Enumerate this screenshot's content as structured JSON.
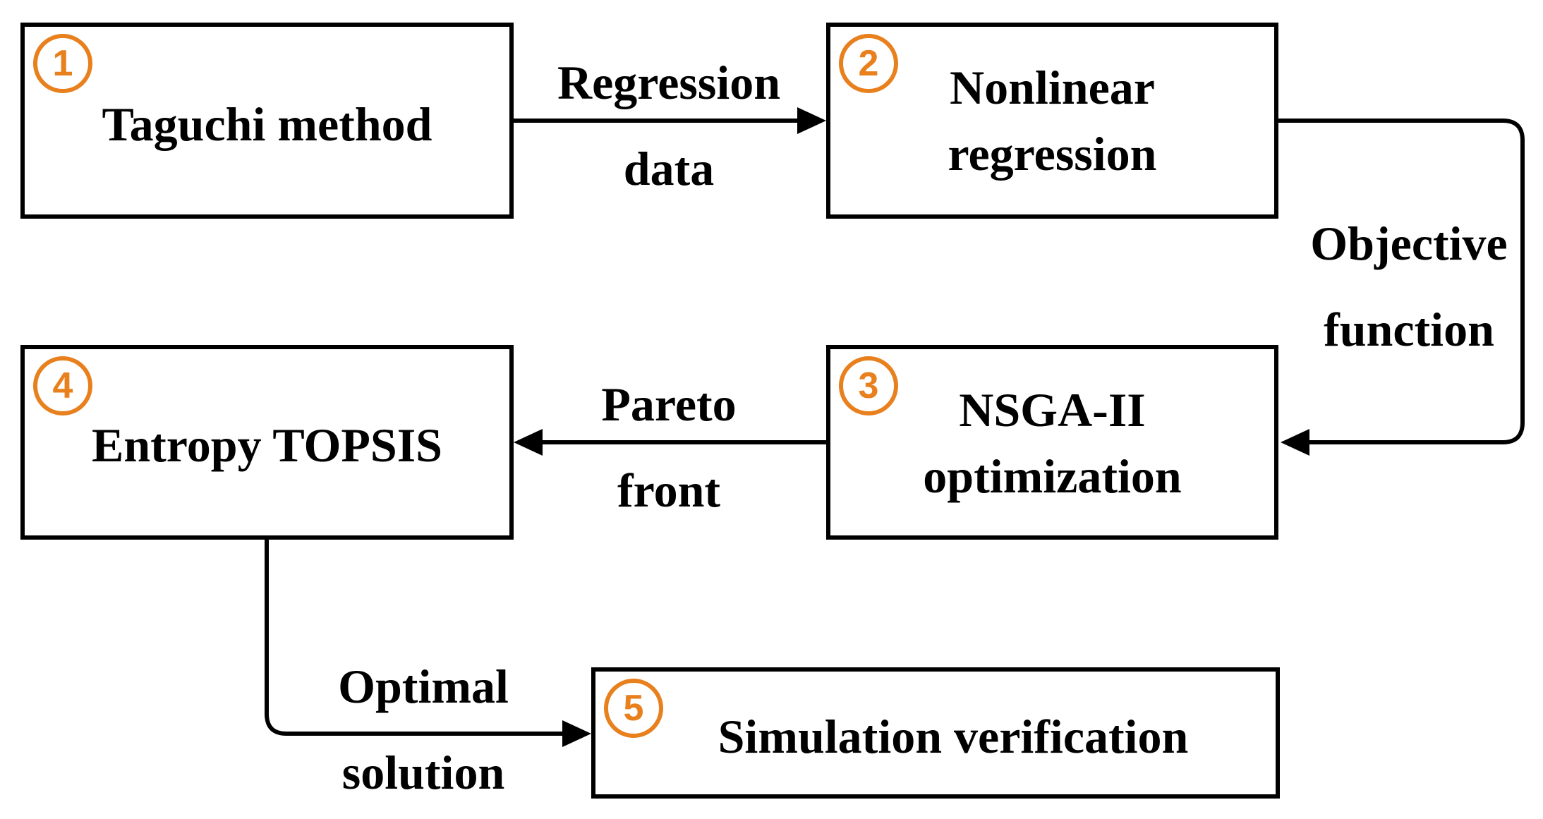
{
  "colors": {
    "accent": "#e8801e",
    "stroke": "#000000",
    "background": "#ffffff"
  },
  "steps": [
    {
      "number": "1",
      "label": "Taguchi method"
    },
    {
      "number": "2",
      "label_lines": [
        "Nonlinear",
        "regression"
      ]
    },
    {
      "number": "3",
      "label_lines": [
        "NSGA-II",
        "optimization"
      ]
    },
    {
      "number": "4",
      "label": "Entropy TOPSIS"
    },
    {
      "number": "5",
      "label": "Simulation verification"
    }
  ],
  "edges": [
    {
      "from": "1",
      "to": "2",
      "label_lines": [
        "Regression",
        "data"
      ]
    },
    {
      "from": "2",
      "to": "3",
      "label_lines": [
        "Objective",
        "function"
      ]
    },
    {
      "from": "3",
      "to": "4",
      "label_lines": [
        "Pareto",
        "front"
      ]
    },
    {
      "from": "4",
      "to": "5",
      "label_lines": [
        "Optimal",
        "solution"
      ]
    }
  ]
}
